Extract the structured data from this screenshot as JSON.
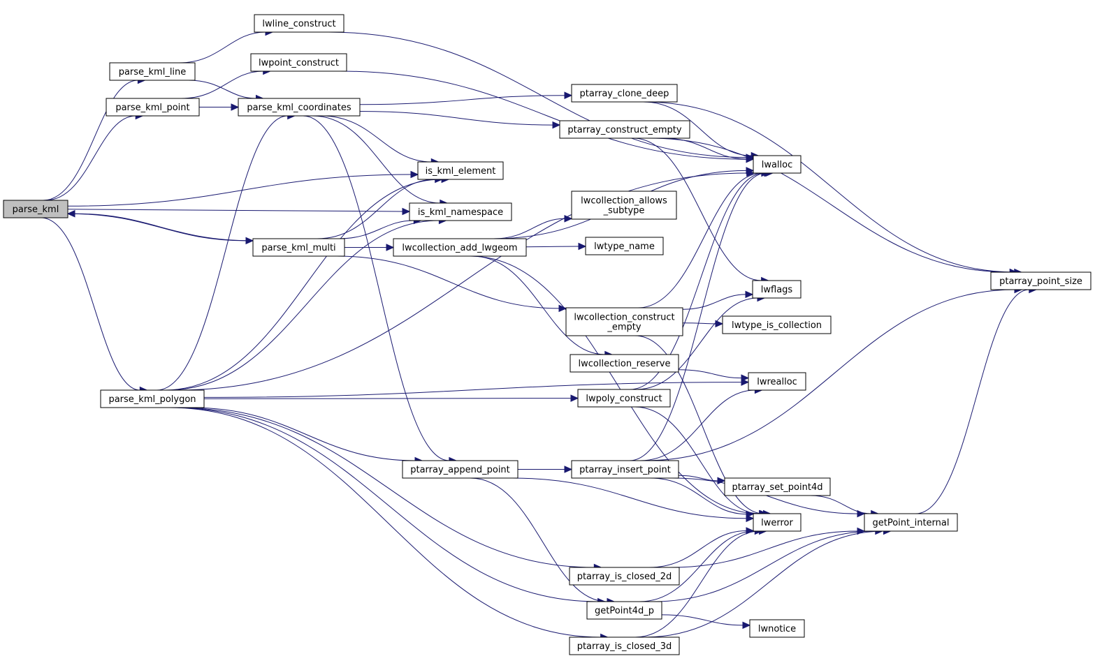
{
  "diagram": {
    "type": "call-graph",
    "root": "parse_kml",
    "colors": {
      "edge": "#191970",
      "root_fill": "#bfbfbf",
      "node_fill": "#ffffff",
      "node_border": "#000000"
    },
    "nodes": [
      {
        "id": "parse_kml",
        "lines": [
          "parse_kml"
        ]
      },
      {
        "id": "parse_kml_line",
        "lines": [
          "parse_kml_line"
        ]
      },
      {
        "id": "parse_kml_point",
        "lines": [
          "parse_kml_point"
        ]
      },
      {
        "id": "parse_kml_polygon",
        "lines": [
          "parse_kml_polygon"
        ]
      },
      {
        "id": "parse_kml_multi",
        "lines": [
          "parse_kml_multi"
        ]
      },
      {
        "id": "lwline_construct",
        "lines": [
          "lwline_construct"
        ]
      },
      {
        "id": "lwpoint_construct",
        "lines": [
          "lwpoint_construct"
        ]
      },
      {
        "id": "parse_kml_coordinates",
        "lines": [
          "parse_kml_coordinates"
        ]
      },
      {
        "id": "is_kml_element",
        "lines": [
          "is_kml_element"
        ]
      },
      {
        "id": "is_kml_namespace",
        "lines": [
          "is_kml_namespace"
        ]
      },
      {
        "id": "lwcollection_add_lwgeom",
        "lines": [
          "lwcollection_add_lwgeom"
        ]
      },
      {
        "id": "ptarray_append_point",
        "lines": [
          "ptarray_append_point"
        ]
      },
      {
        "id": "ptarray_clone_deep",
        "lines": [
          "ptarray_clone_deep"
        ]
      },
      {
        "id": "ptarray_construct_empty",
        "lines": [
          "ptarray_construct_empty"
        ]
      },
      {
        "id": "lwcollection_allows_subtype",
        "lines": [
          "lwcollection_allows",
          "_subtype"
        ]
      },
      {
        "id": "lwtype_name",
        "lines": [
          "lwtype_name"
        ]
      },
      {
        "id": "lwcollection_construct_empty",
        "lines": [
          "lwcollection_construct",
          "_empty"
        ]
      },
      {
        "id": "lwcollection_reserve",
        "lines": [
          "lwcollection_reserve"
        ]
      },
      {
        "id": "lwpoly_construct",
        "lines": [
          "lwpoly_construct"
        ]
      },
      {
        "id": "ptarray_insert_point",
        "lines": [
          "ptarray_insert_point"
        ]
      },
      {
        "id": "ptarray_is_closed_2d",
        "lines": [
          "ptarray_is_closed_2d"
        ]
      },
      {
        "id": "getPoint4d_p",
        "lines": [
          "getPoint4d_p"
        ]
      },
      {
        "id": "ptarray_is_closed_3d",
        "lines": [
          "ptarray_is_closed_3d"
        ]
      },
      {
        "id": "lwalloc",
        "lines": [
          "lwalloc"
        ]
      },
      {
        "id": "lwflags",
        "lines": [
          "lwflags"
        ]
      },
      {
        "id": "lwtype_is_collection",
        "lines": [
          "lwtype_is_collection"
        ]
      },
      {
        "id": "lwrealloc",
        "lines": [
          "lwrealloc"
        ]
      },
      {
        "id": "ptarray_set_point4d",
        "lines": [
          "ptarray_set_point4d"
        ]
      },
      {
        "id": "lwerror",
        "lines": [
          "lwerror"
        ]
      },
      {
        "id": "lwnotice",
        "lines": [
          "lwnotice"
        ]
      },
      {
        "id": "getPoint_internal",
        "lines": [
          "getPoint_internal"
        ]
      },
      {
        "id": "ptarray_point_size",
        "lines": [
          "ptarray_point_size"
        ]
      }
    ],
    "edges": [
      [
        "parse_kml",
        "parse_kml_line"
      ],
      [
        "parse_kml",
        "parse_kml_point"
      ],
      [
        "parse_kml",
        "is_kml_element"
      ],
      [
        "parse_kml",
        "is_kml_namespace"
      ],
      [
        "parse_kml",
        "parse_kml_multi"
      ],
      [
        "parse_kml",
        "parse_kml_polygon"
      ],
      [
        "parse_kml_multi",
        "parse_kml"
      ],
      [
        "parse_kml_line",
        "lwline_construct"
      ],
      [
        "parse_kml_line",
        "parse_kml_coordinates"
      ],
      [
        "parse_kml_point",
        "lwpoint_construct"
      ],
      [
        "parse_kml_point",
        "parse_kml_coordinates"
      ],
      [
        "parse_kml_coordinates",
        "ptarray_clone_deep"
      ],
      [
        "parse_kml_coordinates",
        "ptarray_construct_empty"
      ],
      [
        "parse_kml_coordinates",
        "is_kml_element"
      ],
      [
        "parse_kml_coordinates",
        "is_kml_namespace"
      ],
      [
        "parse_kml_coordinates",
        "ptarray_append_point"
      ],
      [
        "parse_kml_multi",
        "is_kml_element"
      ],
      [
        "parse_kml_multi",
        "is_kml_namespace"
      ],
      [
        "parse_kml_multi",
        "lwcollection_add_lwgeom"
      ],
      [
        "parse_kml_multi",
        "lwcollection_construct_empty"
      ],
      [
        "parse_kml_polygon",
        "parse_kml_coordinates"
      ],
      [
        "parse_kml_polygon",
        "is_kml_element"
      ],
      [
        "parse_kml_polygon",
        "is_kml_namespace"
      ],
      [
        "parse_kml_polygon",
        "lwalloc"
      ],
      [
        "parse_kml_polygon",
        "lwpoly_construct"
      ],
      [
        "parse_kml_polygon",
        "lwrealloc"
      ],
      [
        "parse_kml_polygon",
        "ptarray_append_point"
      ],
      [
        "parse_kml_polygon",
        "ptarray_is_closed_2d"
      ],
      [
        "parse_kml_polygon",
        "getPoint4d_p"
      ],
      [
        "parse_kml_polygon",
        "ptarray_is_closed_3d"
      ],
      [
        "lwline_construct",
        "lwalloc"
      ],
      [
        "lwpoint_construct",
        "lwalloc"
      ],
      [
        "ptarray_clone_deep",
        "lwalloc"
      ],
      [
        "ptarray_clone_deep",
        "ptarray_point_size"
      ],
      [
        "ptarray_construct_empty",
        "lwalloc"
      ],
      [
        "ptarray_construct_empty",
        "lwflags"
      ],
      [
        "ptarray_construct_empty",
        "ptarray_point_size"
      ],
      [
        "lwcollection_add_lwgeom",
        "lwalloc"
      ],
      [
        "lwcollection_add_lwgeom",
        "lwcollection_allows_subtype"
      ],
      [
        "lwcollection_add_lwgeom",
        "lwtype_name"
      ],
      [
        "lwcollection_add_lwgeom",
        "lwcollection_reserve"
      ],
      [
        "lwcollection_add_lwgeom",
        "lwerror"
      ],
      [
        "lwcollection_construct_empty",
        "lwalloc"
      ],
      [
        "lwcollection_construct_empty",
        "lwflags"
      ],
      [
        "lwcollection_construct_empty",
        "lwtype_is_collection"
      ],
      [
        "lwcollection_construct_empty",
        "lwerror"
      ],
      [
        "lwcollection_reserve",
        "lwrealloc"
      ],
      [
        "lwpoly_construct",
        "lwalloc"
      ],
      [
        "lwpoly_construct",
        "lwflags"
      ],
      [
        "lwpoly_construct",
        "lwerror"
      ],
      [
        "ptarray_append_point",
        "ptarray_insert_point"
      ],
      [
        "ptarray_append_point",
        "lwerror"
      ],
      [
        "ptarray_append_point",
        "getPoint4d_p"
      ],
      [
        "ptarray_insert_point",
        "lwalloc"
      ],
      [
        "ptarray_insert_point",
        "lwrealloc"
      ],
      [
        "ptarray_insert_point",
        "ptarray_point_size"
      ],
      [
        "ptarray_insert_point",
        "ptarray_set_point4d"
      ],
      [
        "ptarray_insert_point",
        "lwerror"
      ],
      [
        "ptarray_insert_point",
        "getPoint_internal"
      ],
      [
        "ptarray_set_point4d",
        "getPoint_internal"
      ],
      [
        "ptarray_is_closed_2d",
        "lwerror"
      ],
      [
        "ptarray_is_closed_2d",
        "getPoint_internal"
      ],
      [
        "getPoint4d_p",
        "lwerror"
      ],
      [
        "getPoint4d_p",
        "lwnotice"
      ],
      [
        "getPoint4d_p",
        "getPoint_internal"
      ],
      [
        "ptarray_is_closed_3d",
        "lwerror"
      ],
      [
        "ptarray_is_closed_3d",
        "getPoint_internal"
      ],
      [
        "getPoint_internal",
        "ptarray_point_size"
      ]
    ]
  }
}
